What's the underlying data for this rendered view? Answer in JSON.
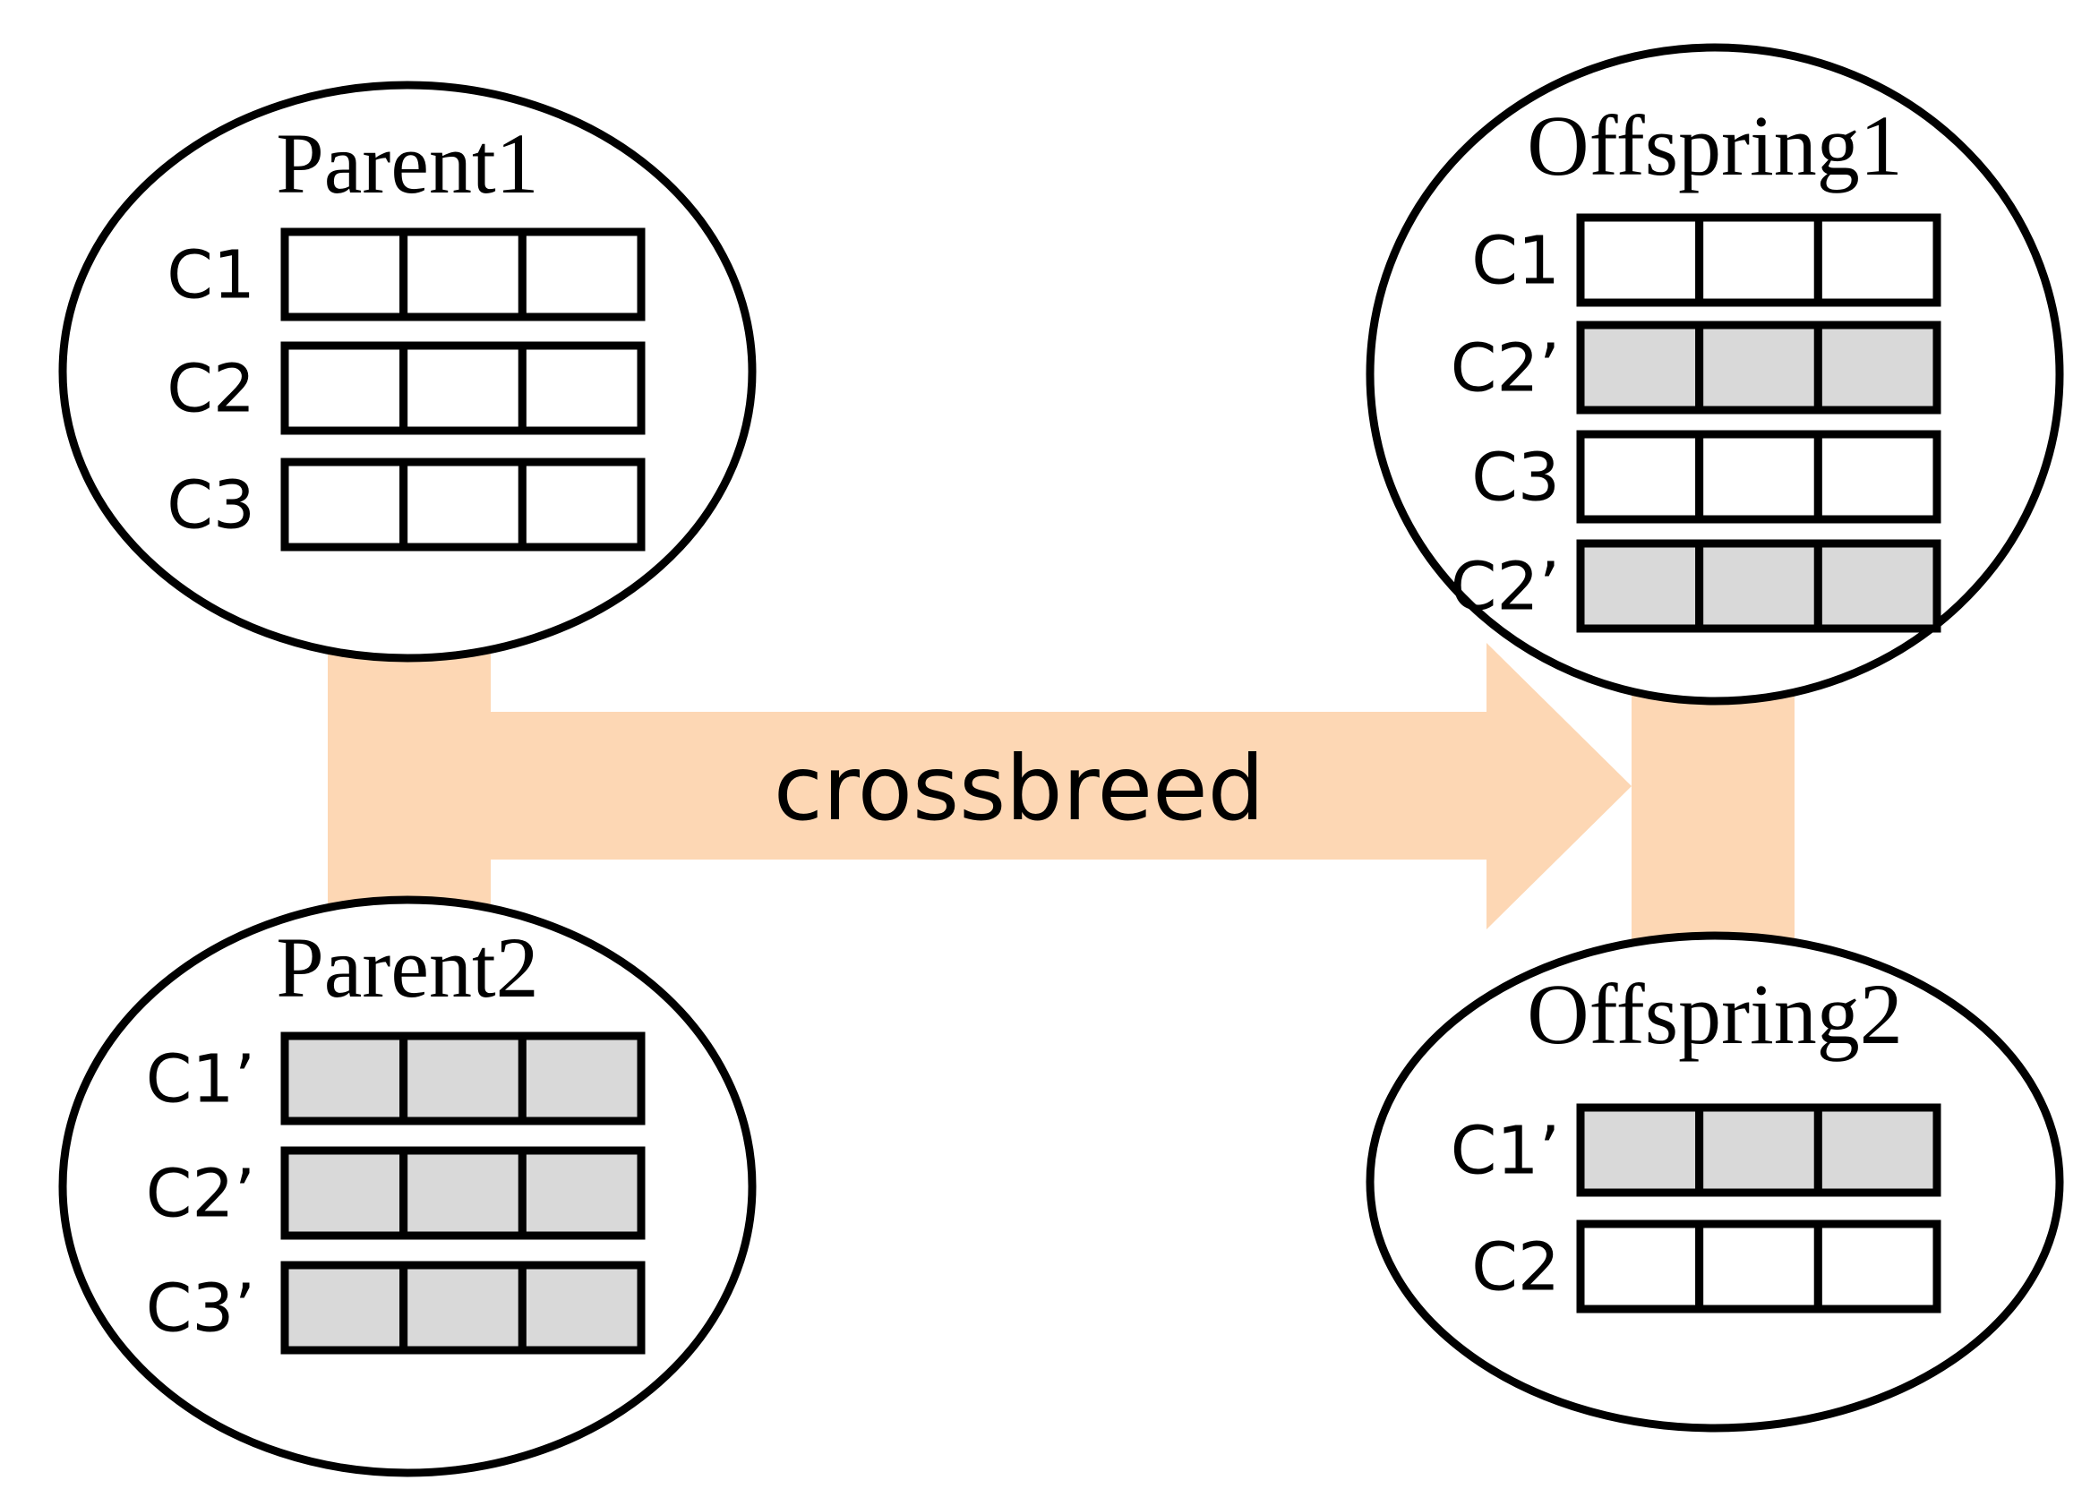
{
  "colors": {
    "connector": "#fdd7b4",
    "gene_filled": "#d9d9d9",
    "gene_empty": "#ffffff",
    "stroke": "#000000"
  },
  "arrow": {
    "label": "crossbreed"
  },
  "nodes": [
    {
      "id": "parent1",
      "title": "Parent1",
      "rows": [
        {
          "label": "C1",
          "filled": false
        },
        {
          "label": "C2",
          "filled": false
        },
        {
          "label": "C3",
          "filled": false
        }
      ]
    },
    {
      "id": "parent2",
      "title": "Parent2",
      "rows": [
        {
          "label": "C1’",
          "filled": true
        },
        {
          "label": "C2’",
          "filled": true
        },
        {
          "label": "C3’",
          "filled": true
        }
      ]
    },
    {
      "id": "offspring1",
      "title": "Offspring1",
      "rows": [
        {
          "label": "C1",
          "filled": false
        },
        {
          "label": "C2’",
          "filled": true
        },
        {
          "label": "C3",
          "filled": false
        },
        {
          "label": "C2’",
          "filled": true
        }
      ]
    },
    {
      "id": "offspring2",
      "title": "Offspring2",
      "rows": [
        {
          "label": "C1’",
          "filled": true
        },
        {
          "label": "C2",
          "filled": false
        }
      ]
    }
  ]
}
